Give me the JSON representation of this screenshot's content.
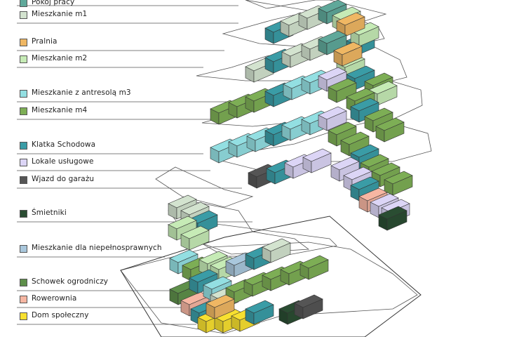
{
  "legend": [
    {
      "label": "Pokój pracy",
      "color": "#5fa89a"
    },
    {
      "label": "Mieszkanie m1",
      "color": "#d3e3cf"
    },
    {
      "label": "Pralnia",
      "color": "#efb763"
    },
    {
      "label": "Mieszkanie m2",
      "color": "#c6ebb6"
    },
    {
      "label": "Mieszkanie z antresolą m3",
      "color": "#93dfe2"
    },
    {
      "label": "Mieszkanie m4",
      "color": "#7dae55"
    },
    {
      "label": "Klatka Schodowa",
      "color": "#3a9ca6"
    },
    {
      "label": "Lokale usługowe",
      "color": "#dcd5f6"
    },
    {
      "label": "Wjazd do garażu",
      "color": "#555555"
    },
    {
      "label": "Śmietniki",
      "color": "#2a4d32"
    },
    {
      "label": "Mieszkanie dla niepełnosprawnych",
      "color": "#a9c7dc"
    },
    {
      "label": "Schowek ogrodniczy",
      "color": "#5e8f4a"
    },
    {
      "label": "Rowerownia",
      "color": "#f6b6a2"
    },
    {
      "label": "Dom społeczny",
      "color": "#f8e030"
    }
  ]
}
